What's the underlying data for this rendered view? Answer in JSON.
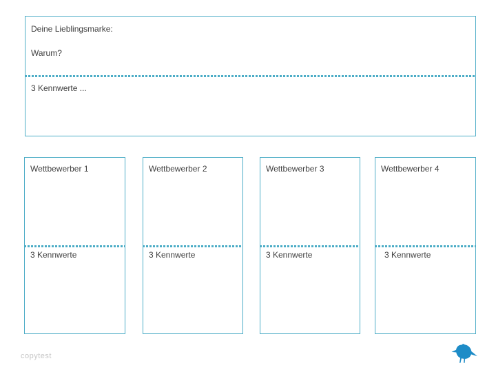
{
  "colors": {
    "accent": "#4BACC6",
    "text": "#404040",
    "muted": "#C6C6C6",
    "bird": "#1E8CC7"
  },
  "top_panel": {
    "favorite_brand_label": "Deine Lieblingsmarke:",
    "why_label": "Warum?",
    "kennwerte_label": "3 Kennwerte ..."
  },
  "competitors": [
    {
      "title": "Wettbewerber 1",
      "kennwerte_label": "3 Kennwerte"
    },
    {
      "title": "Wettbewerber 2",
      "kennwerte_label": "3 Kennwerte"
    },
    {
      "title": "Wettbewerber 3",
      "kennwerte_label": "3 Kennwerte"
    },
    {
      "title": "Wettbewerber 4",
      "kennwerte_label": "3 Kennwerte"
    }
  ],
  "footer": {
    "watermark": "copytest"
  }
}
